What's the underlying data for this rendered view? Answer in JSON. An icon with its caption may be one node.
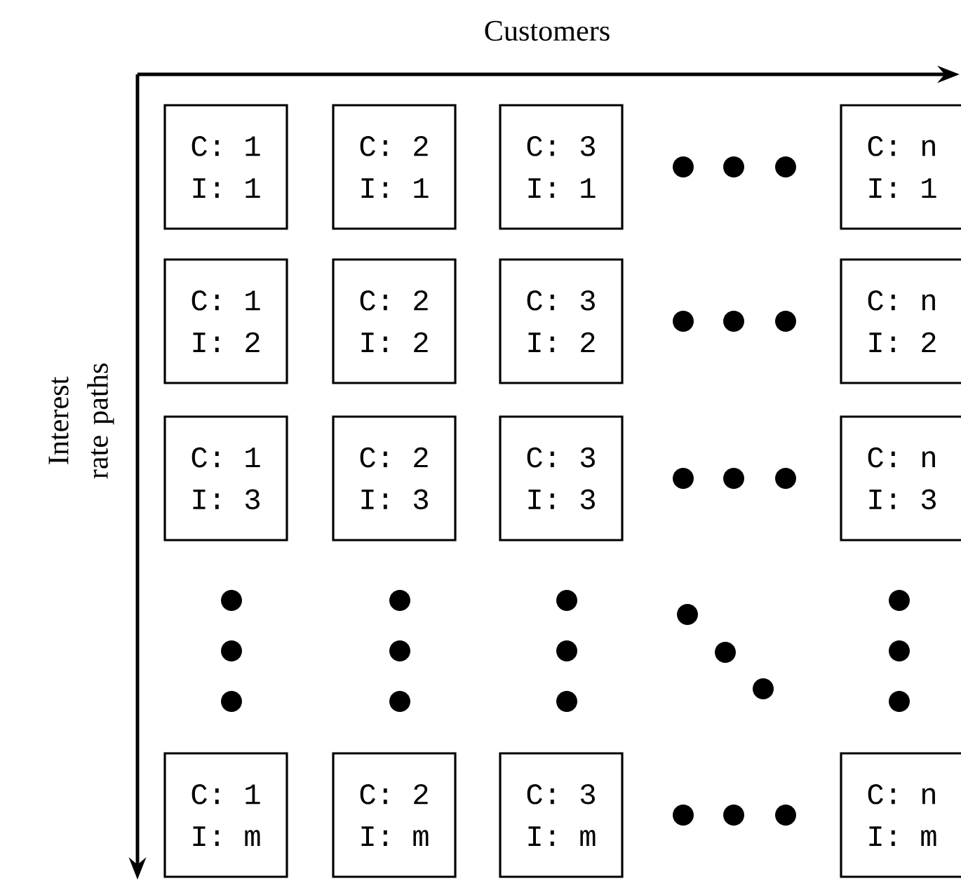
{
  "diagram": {
    "nodes": [
      {
        "text": [
          "C: 1",
          "I: 1"
        ]
      },
      {
        "text": [
          "C: 2",
          "I: 1"
        ]
      },
      {
        "text": [
          "C: 3",
          "I: 1"
        ]
      },
      {
        "text": [
          "C: n",
          "I: 1"
        ]
      },
      {
        "text": [
          "C: 1",
          "I: 2"
        ]
      },
      {
        "text": [
          "C: 2",
          "I: 2"
        ]
      },
      {
        "text": [
          "C: 3",
          "I: 2"
        ]
      },
      {
        "text": [
          "C: n",
          "I: 2"
        ]
      },
      {
        "text": [
          "C: 1",
          "I: 3"
        ]
      },
      {
        "text": [
          "C: 2",
          "I: 3"
        ]
      },
      {
        "text": [
          "C: 3",
          "I: 3"
        ]
      },
      {
        "text": [
          "C: n",
          "I: 3"
        ]
      },
      {
        "text": [
          "C: 1",
          "I: m"
        ]
      },
      {
        "text": [
          "C: 2",
          "I: m"
        ]
      },
      {
        "text": [
          "C: 3",
          "I: m"
        ]
      },
      {
        "text": [
          "C: n",
          "I: m"
        ]
      }
    ],
    "labels": [
      "Customers",
      "Interest rate paths"
    ]
  }
}
